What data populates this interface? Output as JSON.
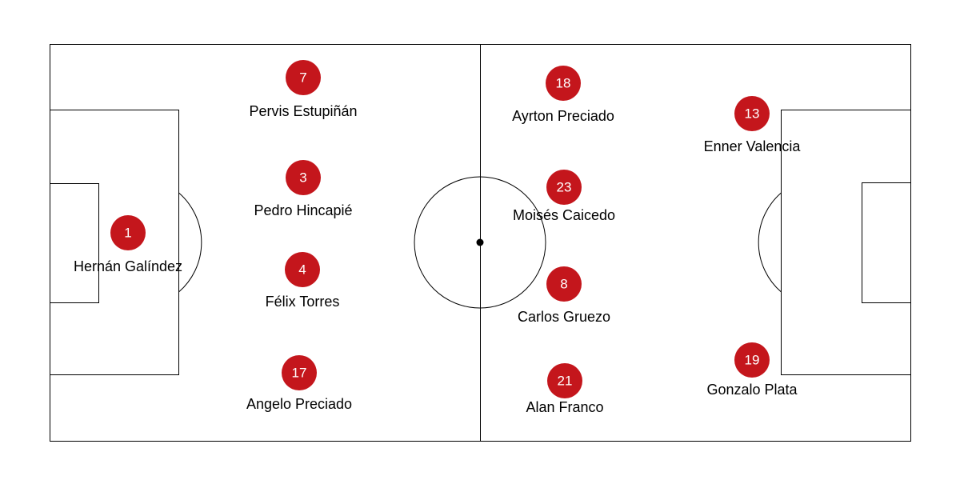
{
  "team_color": "#c4161c",
  "players": [
    {
      "number": "1",
      "name": "Hernán Galíndez"
    },
    {
      "number": "7",
      "name": "Pervis Estupiñán"
    },
    {
      "number": "3",
      "name": "Pedro Hincapié"
    },
    {
      "number": "4",
      "name": "Félix Torres"
    },
    {
      "number": "17",
      "name": "Angelo Preciado"
    },
    {
      "number": "18",
      "name": "Ayrton Preciado"
    },
    {
      "number": "23",
      "name": "Moisés Caicedo"
    },
    {
      "number": "8",
      "name": "Carlos Gruezo"
    },
    {
      "number": "21",
      "name": "Alan Franco"
    },
    {
      "number": "13",
      "name": "Enner Valencia"
    },
    {
      "number": "19",
      "name": "Gonzalo Plata"
    }
  ]
}
